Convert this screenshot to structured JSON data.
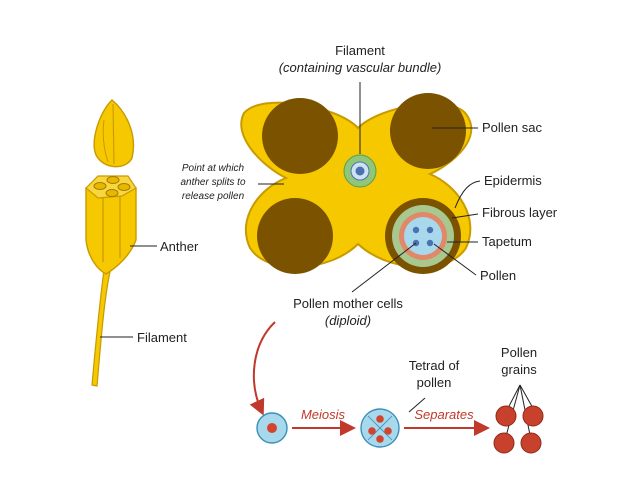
{
  "labels": {
    "filament_top": "Filament",
    "filament_top_sub": "(containing vascular bundle)",
    "pollen_sac": "Pollen sac",
    "point_line1": "Point at which",
    "point_line2": "anther splits to",
    "point_line3": "release pollen",
    "epidermis": "Epidermis",
    "fibrous_layer": "Fibrous layer",
    "tapetum": "Tapetum",
    "pollen": "Pollen",
    "anther": "Anther",
    "filament_left": "Filament",
    "pollen_mother_cells": "Pollen mother cells",
    "diploid": "(diploid)",
    "tetrad_line1": "Tetrad of",
    "tetrad_line2": "pollen",
    "pollen_grains_line1": "Pollen",
    "pollen_grains_line2": "grains",
    "meiosis": "Meiosis",
    "separates": "Separates"
  },
  "colors": {
    "anther_yellow": "#f5c800",
    "outline_gold": "#c99a00",
    "sac_brown": "#7a5200",
    "fibrous": "#a8c890",
    "tapetum": "#e08868",
    "cell_blue": "#a8d8ec",
    "nucleus_red": "#d2442e",
    "arrow_red": "#c0392b",
    "vascular_green": "#8fc67a",
    "vascular_blue": "#4a72b0"
  }
}
